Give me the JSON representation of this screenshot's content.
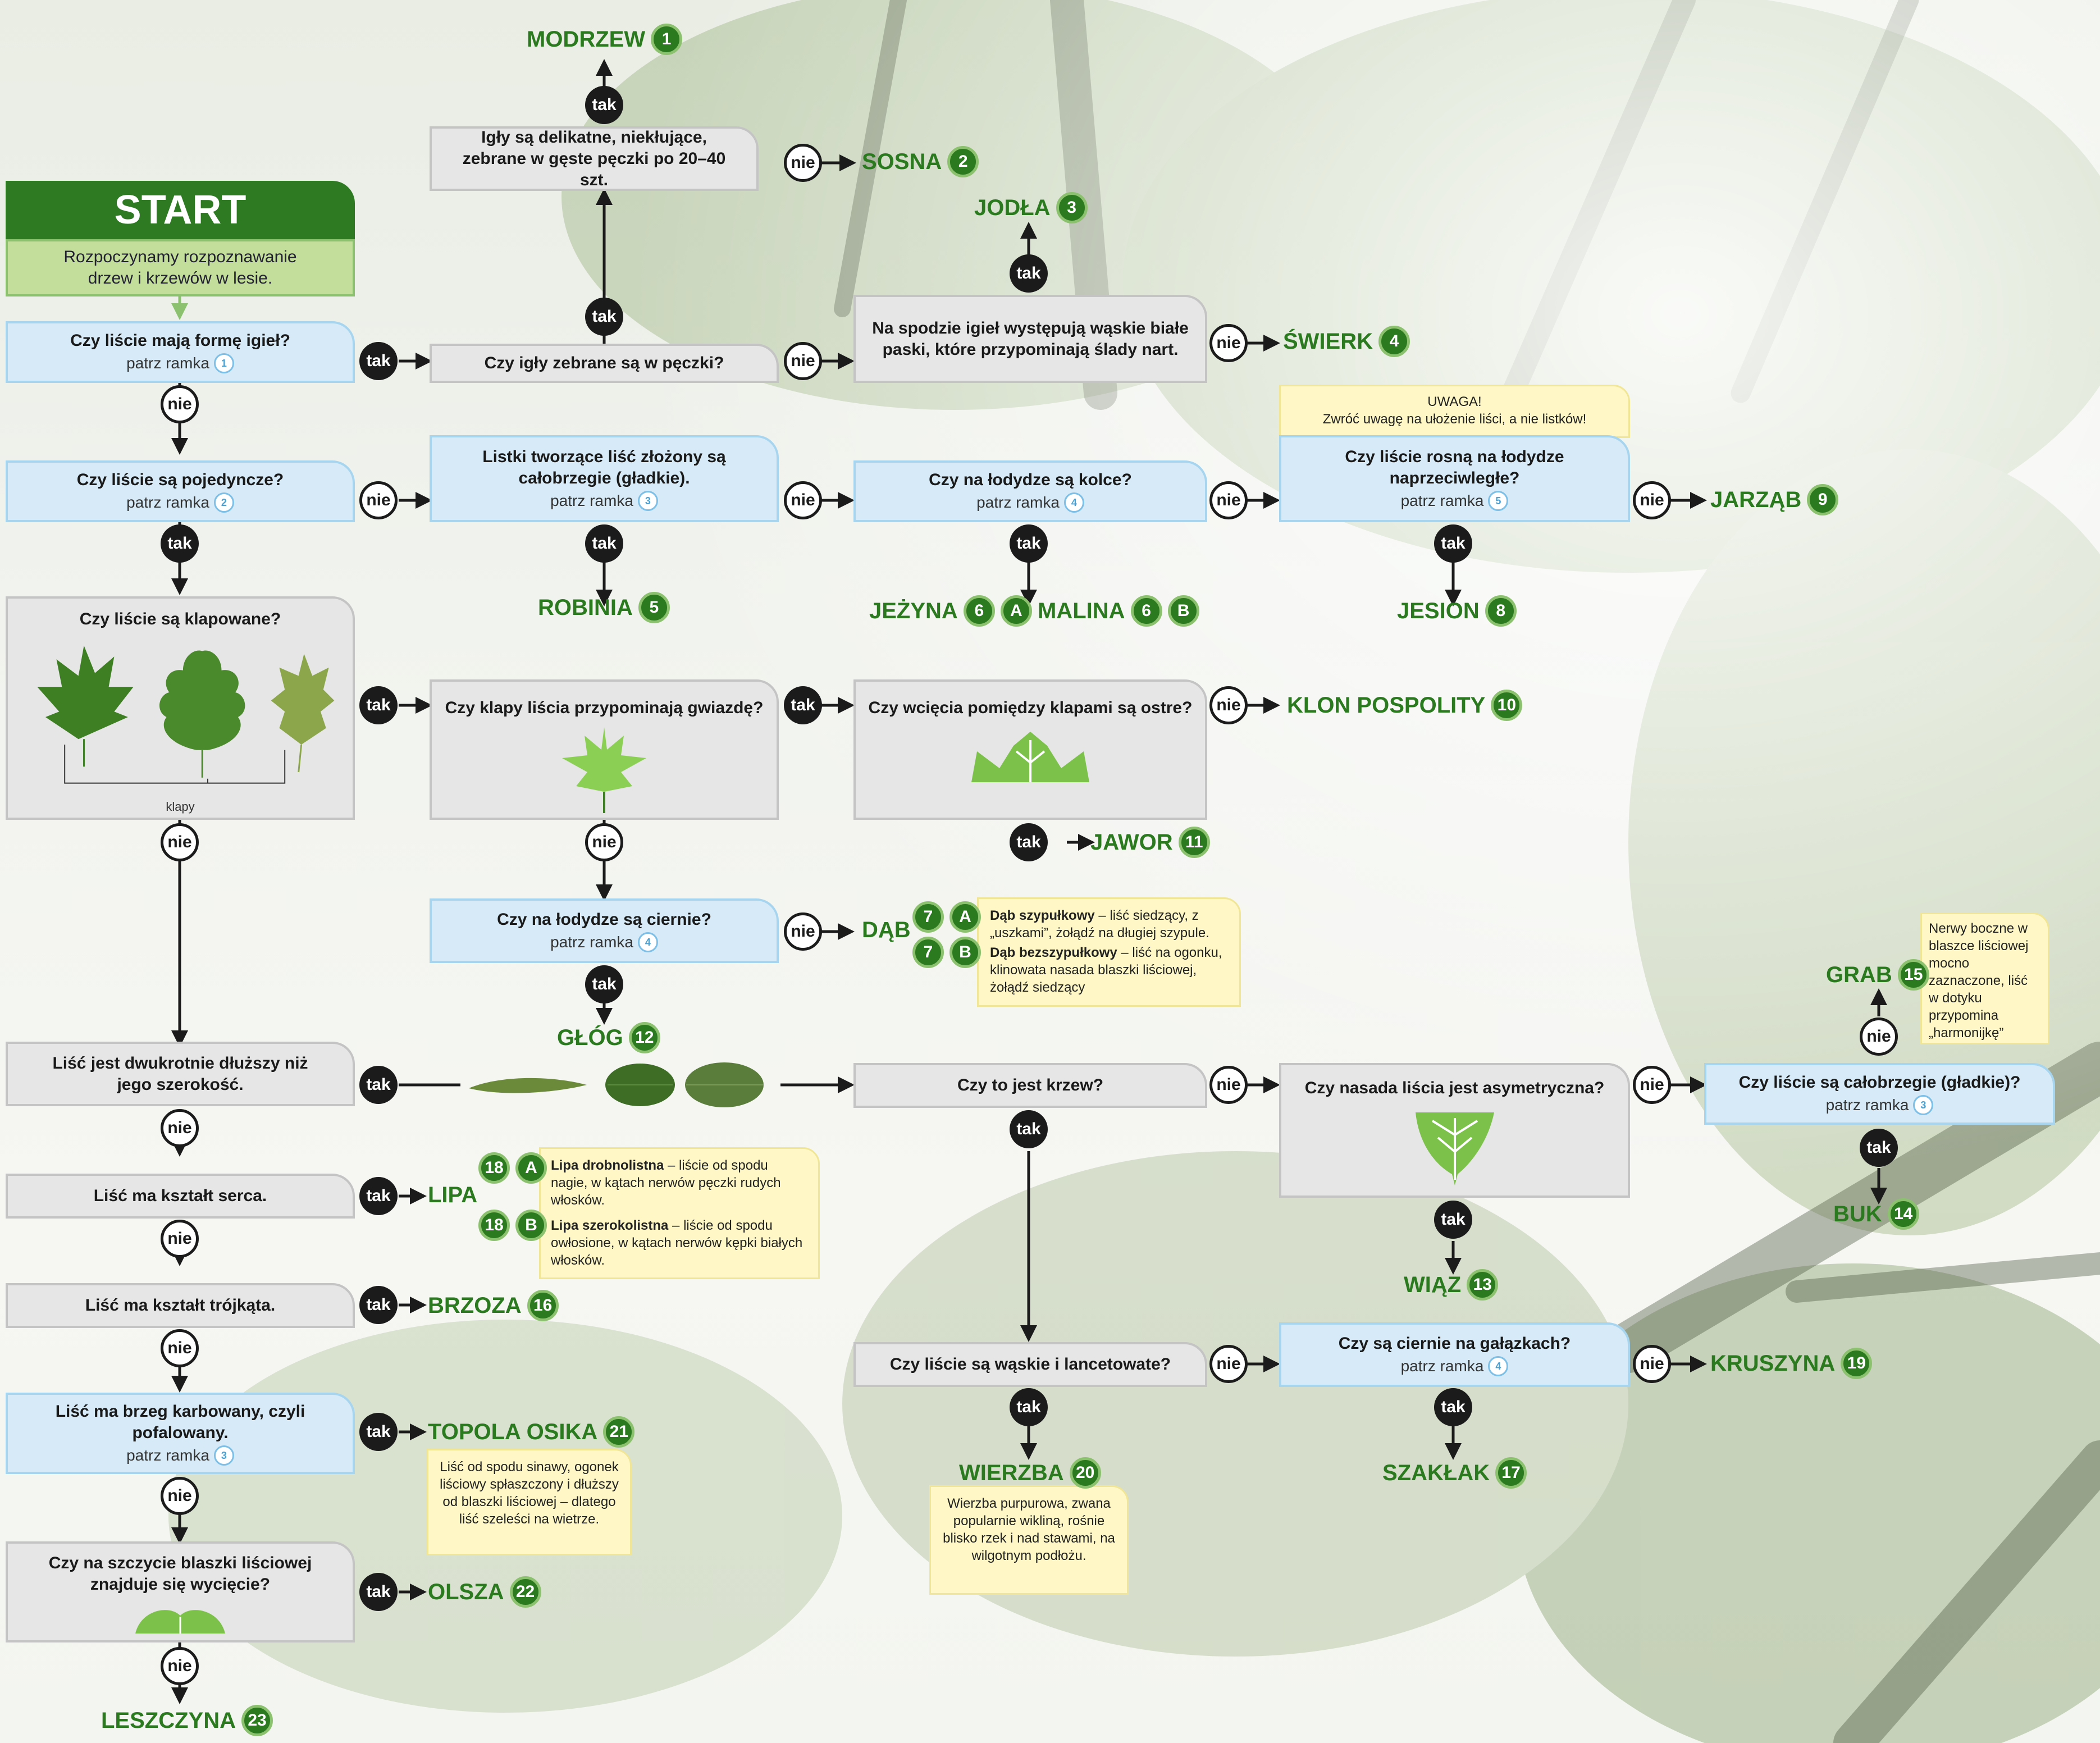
{
  "start": {
    "title": "START",
    "text": "Rozpoczynamy rozpoznawanie drzew i krzewów w lesie."
  },
  "labels": {
    "yes": "tak",
    "no": "nie",
    "see": "patrz ramka"
  },
  "questions": {
    "q1": {
      "text": "Czy liście mają formę igieł?",
      "ref": "1"
    },
    "q2": {
      "text": "Czy liście są pojedyncze?",
      "ref": "2"
    },
    "q3": {
      "text": "Czy liście są klapowane?",
      "caption": "klapy"
    },
    "q4": {
      "text": "Liść jest dwukrotnie dłuższy niż jego szerokość."
    },
    "q5": {
      "text": "Liść ma kształt serca."
    },
    "q6": {
      "text": "Liść ma kształt trójkąta."
    },
    "q7": {
      "text": "Liść ma brzeg karbowany, czyli pofalowany.",
      "ref": "3"
    },
    "q8": {
      "text": "Czy na szczycie blaszki liściowej znajduje się wycięcie?"
    },
    "q9": {
      "text": "Czy igły zebrane są w pęczki?"
    },
    "q10": {
      "text": "Igły są delikatne, niekłujące, zebrane w gęste pęczki po 20–40 szt."
    },
    "q11": {
      "text": "Na spodzie igieł występują wąskie białe paski, które przypominają ślady nart."
    },
    "q12": {
      "text": "Listki tworzące liść złożony są całobrzegie (gładkie).",
      "ref": "3"
    },
    "q13": {
      "text": "Czy na łodydze są kolce?",
      "ref": "4"
    },
    "q14": {
      "text": "Czy liście rosną na łodydze naprzeciwległe?",
      "ref": "5"
    },
    "q15": {
      "text": "Czy klapy liścia przypominają gwiazdę?"
    },
    "q16": {
      "text": "Czy wcięcia pomiędzy klapami są ostre?"
    },
    "q17": {
      "text": "Czy na łodydze są ciernie?",
      "ref": "4"
    },
    "q18": {
      "text": "Czy to jest krzew?"
    },
    "q19": {
      "text": "Czy nasada liścia jest asymetryczna?"
    },
    "q20": {
      "text": "Czy liście są całobrzegie (gładkie)?",
      "ref": "3"
    },
    "q21": {
      "text": "Czy liście są wąskie i lancetowate?"
    },
    "q22": {
      "text": "Czy są ciernie na gałązkach?",
      "ref": "4"
    }
  },
  "results": [
    {
      "name": "MODRZEW",
      "num": "1"
    },
    {
      "name": "SOSNA",
      "num": "2"
    },
    {
      "name": "JODŁA",
      "num": "3"
    },
    {
      "name": "ŚWIERK",
      "num": "4"
    },
    {
      "name": "ROBINIA",
      "num": "5"
    },
    {
      "name": "JEŻYNA",
      "num": "6",
      "variant": "A"
    },
    {
      "name": "MALINA",
      "num": "6",
      "variant": "B"
    },
    {
      "name": "JESION",
      "num": "8"
    },
    {
      "name": "JARZĄB",
      "num": "9"
    },
    {
      "name": "KLON POSPOLITY",
      "num": "10"
    },
    {
      "name": "JAWOR",
      "num": "11"
    },
    {
      "name": "GŁÓG",
      "num": "12"
    },
    {
      "name": "DĄB",
      "num": "7"
    },
    {
      "name": "WIĄZ",
      "num": "13"
    },
    {
      "name": "BUK",
      "num": "14"
    },
    {
      "name": "GRAB",
      "num": "15"
    },
    {
      "name": "LIPA",
      "num": "18"
    },
    {
      "name": "BRZOZA",
      "num": "16"
    },
    {
      "name": "TOPOLA OSIKA",
      "num": "21"
    },
    {
      "name": "OLSZA",
      "num": "22"
    },
    {
      "name": "LESZCZYNA",
      "num": "23"
    },
    {
      "name": "WIERZBA",
      "num": "20"
    },
    {
      "name": "SZAKŁAK",
      "num": "17"
    },
    {
      "name": "KRUSZYNA",
      "num": "19"
    }
  ],
  "notes": {
    "uwaga_title": "UWAGA!",
    "uwaga_text": "Zwróć uwagę na ułożenie liści, a nie listków!",
    "dab_a_title": "Dąb szypułkowy",
    "dab_a_text": " – liść siedzący, z „uszkami”, żołądź na długiej szypule.",
    "dab_b_title": "Dąb bezszypułkowy",
    "dab_b_text": " – liść na ogonku, klinowata nasada blaszki liściowej, żołądź siedzący",
    "lipa_a_title": "Lipa drobnolistna",
    "lipa_a_text": " – liście od spodu nagie, w kątach nerwów pęczki rudych włosków.",
    "lipa_b_title": "Lipa szerokolistna",
    "lipa_b_text": " – liście od spodu owłosione, w kątach nerwów kępki białych włosków.",
    "grab": "Nerwy boczne w blaszce liściowej mocno zaznaczone, liść w dotyku przypomina „harmonijkę”",
    "topola": "Liść od spodu sinawy, ogonek liściowy spłaszczony i dłuższy od blaszki liściowej – dlatego liść szeleści na wietrze.",
    "wierzba": "Wierzba purpurowa, zwana popularnie wikliną, rośnie blisko rzek i nad stawami, na wilgotnym podłożu."
  },
  "variant_letters": {
    "a": "A",
    "b": "B"
  },
  "colors": {
    "brand_green": "#2d7a23",
    "result_green": "#2b7a1f",
    "blue_box": "#d6ebf7",
    "gray_box": "#e6e6e6",
    "note_yellow": "#fff8c6"
  }
}
